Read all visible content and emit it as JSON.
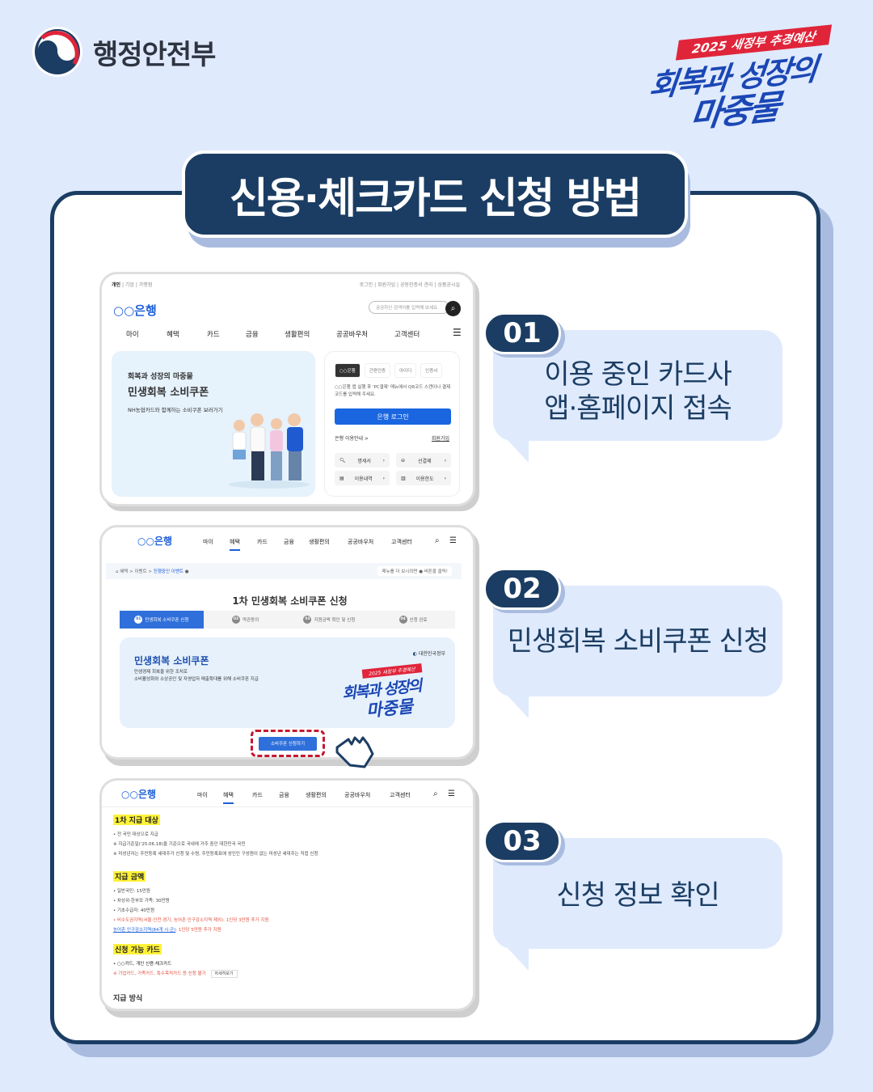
{
  "header": {
    "ministry_name": "행정안전부",
    "promo": {
      "ribbon": "2025 새정부 추경예산",
      "line1": "회복과 성장의",
      "line2": "마중물"
    }
  },
  "title": "신용·체크카드 신청 방법",
  "colors": {
    "navy": "#1b3d63",
    "background": "#dfeafd",
    "shadow": "#a9bcdf",
    "accent_red": "#e0253a",
    "bank_blue": "#1a66e0",
    "highlight_yellow": "#fff23a"
  },
  "steps": [
    {
      "number": "01",
      "line1": "이용 중인 카드사",
      "line2": "앱·홈페이지 접속"
    },
    {
      "number": "02",
      "line1": "민생회복 소비쿠폰 신청",
      "line2": ""
    },
    {
      "number": "03",
      "line1": "신청 정보 확인",
      "line2": ""
    }
  ],
  "panel1": {
    "top_left": [
      "개인",
      "기업",
      "가맹점"
    ],
    "top_right": [
      "로그인",
      "회원가입",
      "공동인증서 관리",
      "상품공시실"
    ],
    "bank_name": "○○은행",
    "search_placeholder": "궁금하신 검색어를 입력해 보세요",
    "nav": [
      "마이",
      "혜택",
      "카드",
      "금융",
      "생활편의",
      "공공바우처",
      "고객센터"
    ],
    "banner": {
      "subtitle": "회복과 성장의 마중물",
      "title": "민생회복 소비쿠폰",
      "desc": "NH농협카드와 함께하는 소비쿠폰 보러가기"
    },
    "login": {
      "tabs": [
        "○○은행",
        "간편인증",
        "아이디",
        "인증서"
      ],
      "desc": "○○은행 앱 실행 후 'PC결제' 메뉴에서 QR코드 스캔이나 결제코드를 입력해 주세요.",
      "button": "은행 로그인",
      "guide": "은행 이용안내 >",
      "signup": "회원가입",
      "quick": [
        {
          "icon": "magnifier-icon",
          "label": "명세서"
        },
        {
          "icon": "prepay-icon",
          "label": "선결제"
        },
        {
          "icon": "history-icon",
          "label": "이용내역"
        },
        {
          "icon": "chart-icon",
          "label": "이용한도"
        }
      ]
    }
  },
  "panel2": {
    "bank_name": "○○은행",
    "nav": [
      "마이",
      "혜택",
      "카드",
      "금융",
      "생활편의",
      "공공바우처",
      "고객센터"
    ],
    "active_nav": "혜택",
    "breadcrumb": [
      "혜택",
      "이벤트",
      "진행중인 이벤트"
    ],
    "breadcrumb_hint": "메뉴를 더 보시려면 ● 버튼을 클릭!",
    "page_title": "1차 민생회복 소비쿠폰 신청",
    "steps": [
      {
        "num": "01",
        "label": "민생회복 소비쿠폰 신청"
      },
      {
        "num": "02",
        "label": "약관동의"
      },
      {
        "num": "03",
        "label": "지원금액 확인 및 신청"
      },
      {
        "num": "04",
        "label": "신청 완료"
      }
    ],
    "coupon": {
      "title": "민생회복 소비쿠폰",
      "desc1": "민생경제 회복을 위한 조치로",
      "desc2": "소비활성화와 소상공인 및 자영업자 매출확대를 위해 소비쿠폰 지급",
      "gov": "대한민국정부"
    },
    "apply_button": "소비쿠폰 신청하기"
  },
  "panel3": {
    "bank_name": "○○은행",
    "nav": [
      "마이",
      "혜택",
      "카드",
      "금융",
      "생활편의",
      "공공바우처",
      "고객센터"
    ],
    "sections": {
      "target": {
        "heading": "1차 지급 대상",
        "lines": [
          "• 전 국민 대상으로 지급",
          "※ 지급기준일('25.06.18)을 기준으로 국내에 거주 중인 대한민국 국민",
          "※ 미성년자는 주민등록 세대주가 신청 및 수령, 주민등록표에 성인인 구성원이 없는 미성년 세대주는 직접 신청"
        ]
      },
      "amount": {
        "heading": "지급 금액",
        "lines": [
          "• 일반국민: 15만원",
          "• 차상위·한부모 가족: 30만원",
          "• 기초수급자: 40만원"
        ],
        "red_line": "• 비수도권지역(서울·인천·경기, 농어촌 인구감소지역 제외): 1인당 3만원 추가 지원",
        "link_text": "농어촌 인구감소지역(84개 시·군)",
        "link_suffix": ": 1인당 5만원 추가 지원"
      },
      "cards": {
        "heading": "신청 가능 카드",
        "line": "• ○○카드, 개인 신용·체크카드",
        "note": "※ 기업카드, 가족카드, 특수목적카드 등 신청 불가",
        "detail_button": "자세히보기"
      },
      "method": {
        "heading": "지급 방식"
      }
    }
  }
}
